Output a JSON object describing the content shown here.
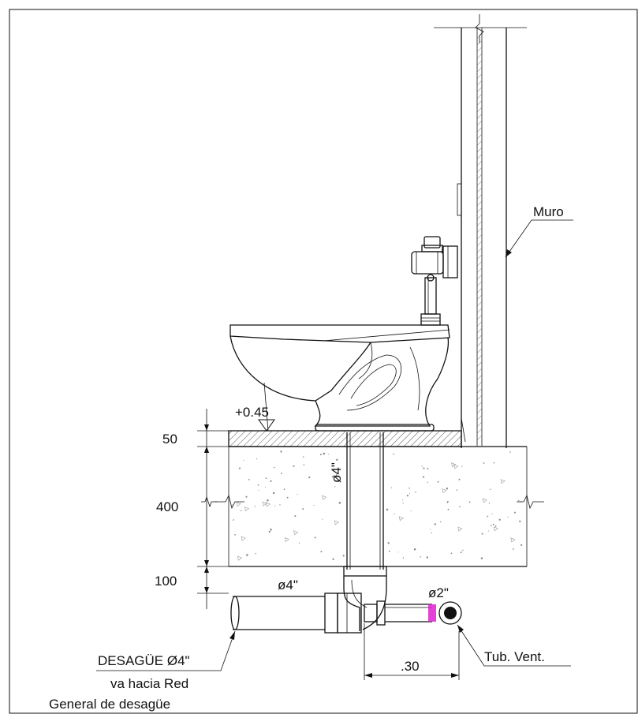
{
  "labels": {
    "level": "+0.45",
    "dim_floor": "50",
    "dim_slab": "400",
    "dim_base": "100",
    "pipe_vertical": "ø4\"",
    "pipe_horizontal": "ø4\"",
    "pipe_vent": "ø2\"",
    "wall": "Muro",
    "vent": "Tub. Vent.",
    "distance": ".30",
    "drain_line1": "DESAGÜE Ø4\"",
    "drain_line2": "va hacia Red",
    "drain_line3": "General de desagüe"
  },
  "colors": {
    "line": "#111111",
    "hatch": "#555555",
    "fill_gray": "#8a8a8a",
    "accent_magenta": "#e020d0"
  }
}
